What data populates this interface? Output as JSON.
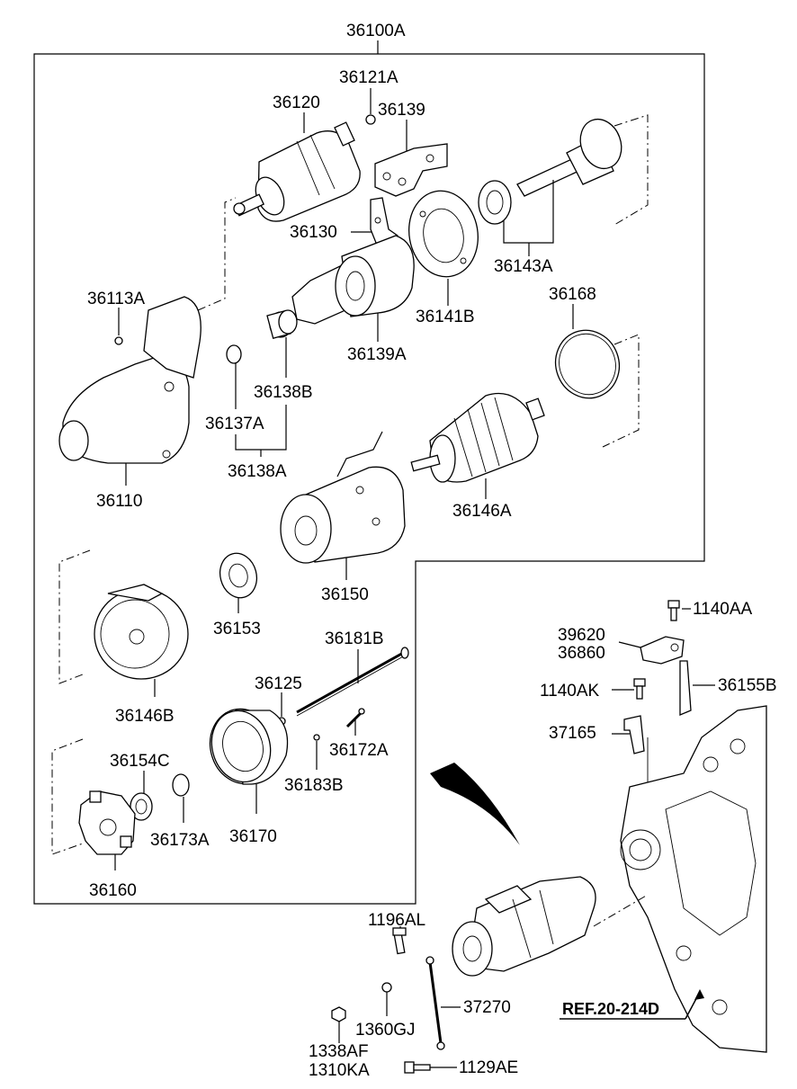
{
  "title_part": "36100A",
  "reference": "REF.20-214D",
  "labels": {
    "p36121A": "36121A",
    "p36120": "36120",
    "p36139": "36139",
    "p36130": "36130",
    "p36143A": "36143A",
    "p36113A": "36113A",
    "p36141B": "36141B",
    "p36168": "36168",
    "p36139A": "36139A",
    "p36138B": "36138B",
    "p36137A": "36137A",
    "p36138A": "36138A",
    "p36110": "36110",
    "p36146A": "36146A",
    "p36150": "36150",
    "p36153": "36153",
    "p36181B": "36181B",
    "p36146B": "36146B",
    "p36125": "36125",
    "p36172A": "36172A",
    "p36154C": "36154C",
    "p36183B": "36183B",
    "p36173A": "36173A",
    "p36170": "36170",
    "p36160": "36160",
    "p1140AA": "1140AA",
    "p39620": "39620",
    "p36860": "36860",
    "p1140AK": "1140AK",
    "p36155B": "36155B",
    "p37165": "37165",
    "p1196AL": "1196AL",
    "p37270": "37270",
    "p1360GJ": "1360GJ",
    "p1338AF": "1338AF",
    "p1310KA": "1310KA",
    "p1129AE": "1129AE"
  }
}
